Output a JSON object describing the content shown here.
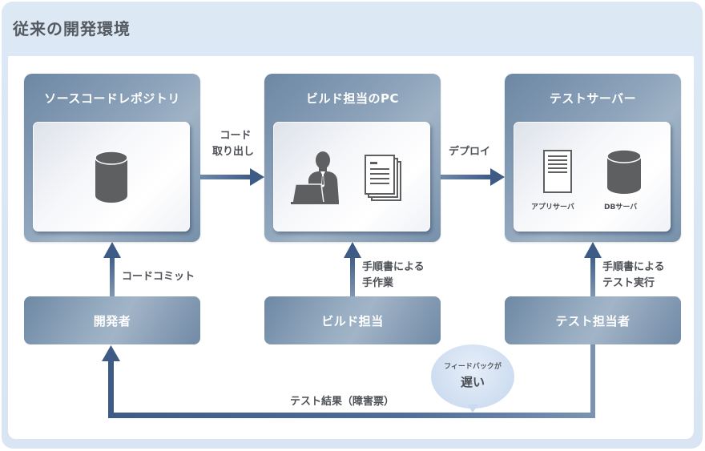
{
  "title": "従来の開発環境",
  "colors": {
    "arrow": "#3d5b85",
    "panel": "#7f97b1",
    "frame": "#dbe6f4",
    "icon": "#5d5f61"
  },
  "panels": [
    {
      "id": "repository",
      "title": "ソースコードレポジトリ",
      "icons": [
        "database-icon"
      ]
    },
    {
      "id": "build-pc",
      "title": "ビルド担当のPC",
      "icons": [
        "person-laptop-icon",
        "documents-icon"
      ]
    },
    {
      "id": "test-server",
      "title": "テストサーバー",
      "icons": [
        "app-server-icon",
        "db-server-icon"
      ],
      "icon_labels": [
        "アプリサーバ",
        "DBサーバ"
      ]
    }
  ],
  "actors": [
    {
      "id": "developer",
      "label": "開発者"
    },
    {
      "id": "builder",
      "label": "ビルド担当"
    },
    {
      "id": "tester",
      "label": "テスト担当者"
    }
  ],
  "flows": {
    "checkout": [
      "コード",
      "取り出し"
    ],
    "deploy": "デプロイ",
    "commit": "コードコミット",
    "manual_build": [
      "手順書による",
      "手作業"
    ],
    "manual_test": [
      "手順書による",
      "テスト実行"
    ],
    "feedback": "テスト結果（障害票）"
  },
  "callout": {
    "line1": "フィードバックが",
    "line2": "遅い"
  }
}
